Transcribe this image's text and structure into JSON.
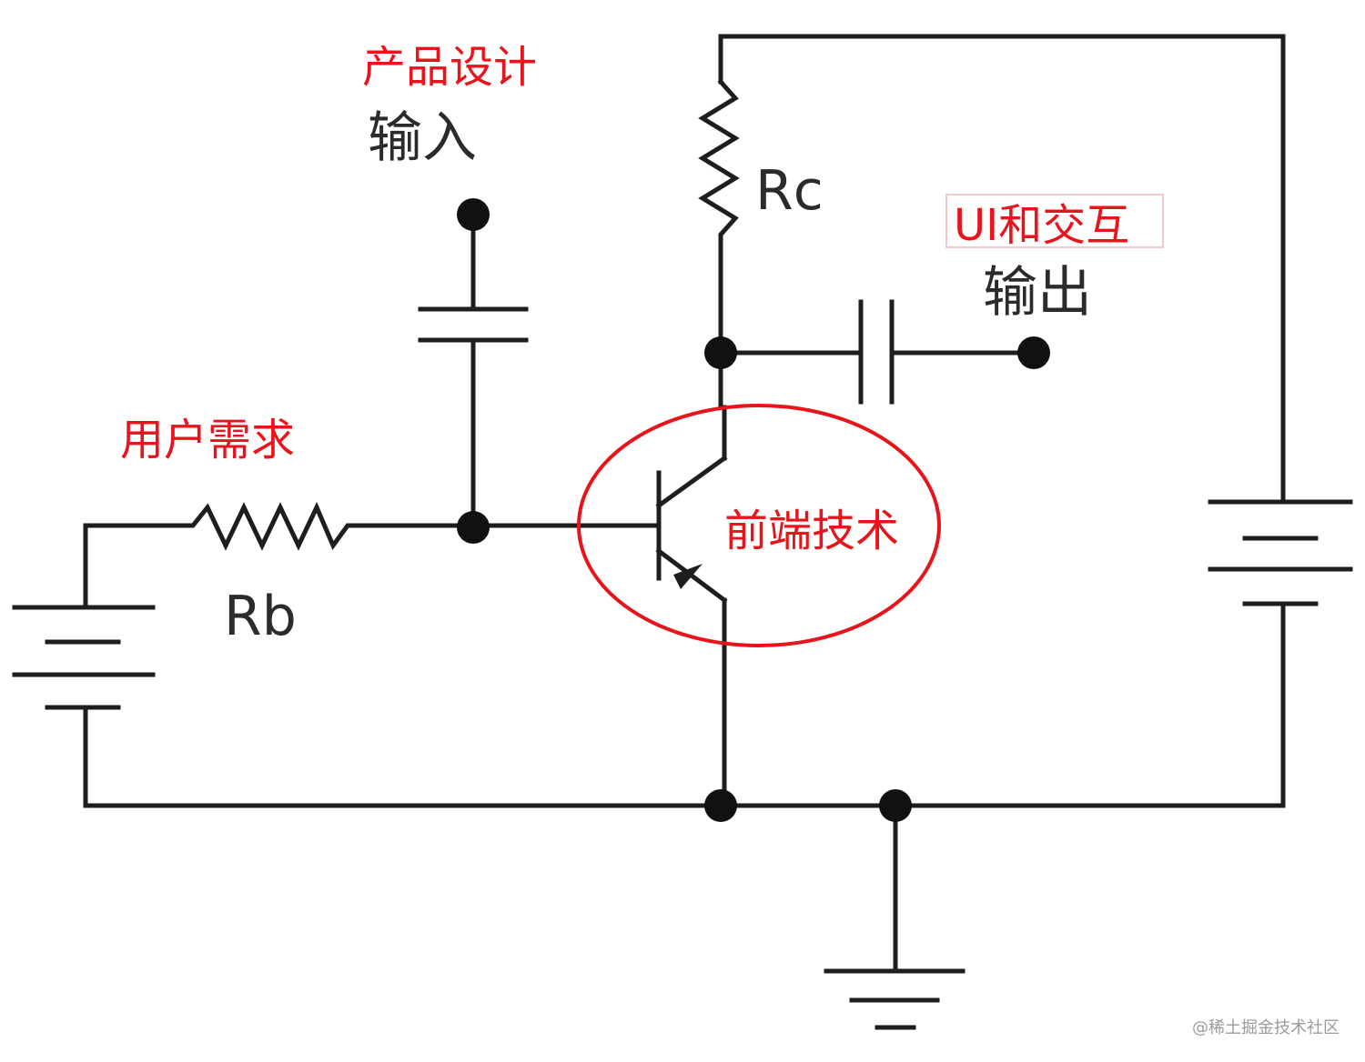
{
  "labels": {
    "input": "输入",
    "output": "输出",
    "rc": "Rc",
    "rb": "Rb"
  },
  "annotations": {
    "product_design": "产品设计",
    "user_requirements": "用户需求",
    "ui_interaction": "UI和交互",
    "frontend_tech": "前端技术"
  },
  "watermark": "@稀土掘金技术社区",
  "colors": {
    "wire": "#1e1e1e",
    "annotation": "#e8141c",
    "highlight_box": "#f3c9cb"
  }
}
